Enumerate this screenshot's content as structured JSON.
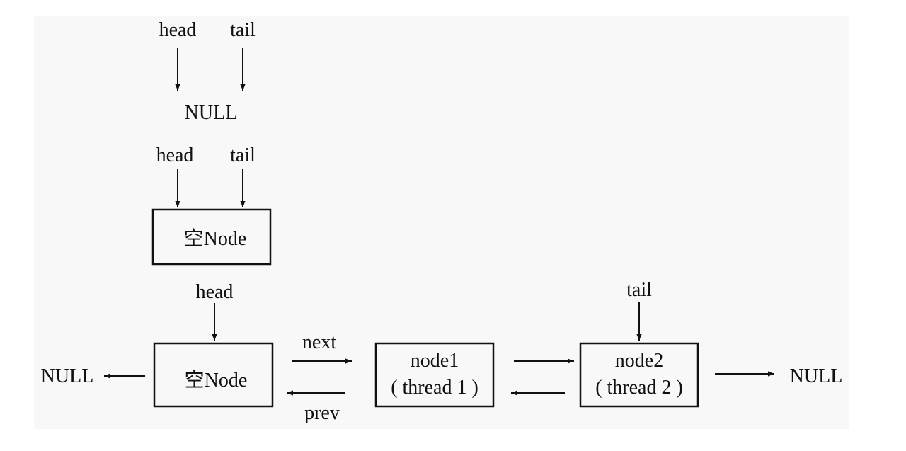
{
  "stage1": {
    "head": "head",
    "tail": "tail",
    "null": "NULL"
  },
  "stage2": {
    "head": "head",
    "tail": "tail",
    "node": "空Node"
  },
  "stage3": {
    "head": "head",
    "tail": "tail",
    "left_null": "NULL",
    "right_null": "NULL",
    "empty_node": "空Node",
    "next": "next",
    "prev": "prev",
    "node1": {
      "name": "node1",
      "thread": "( thread 1 )"
    },
    "node2": {
      "name": "node2",
      "thread": "( thread 2 )"
    }
  }
}
